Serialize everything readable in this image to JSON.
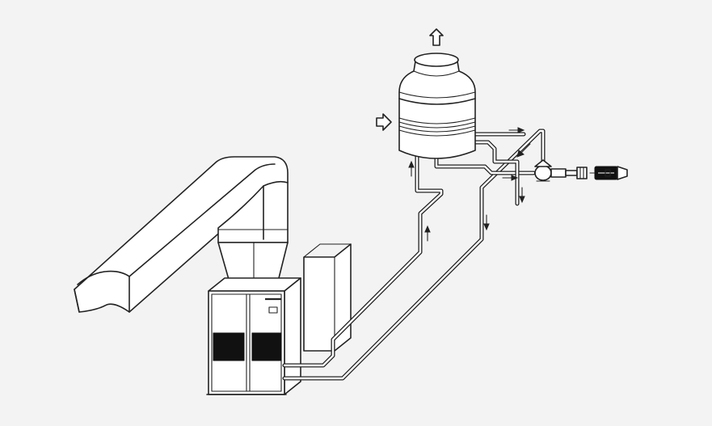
{
  "colors": {
    "background": "#f3f3f3",
    "line": "#222222",
    "fill": "#ffffff",
    "grille": "#111111"
  },
  "components": [
    "exhaust-duct",
    "indoor-unit",
    "cooling-tower",
    "water-pump",
    "pump-motor",
    "supply-pipe",
    "return-pipe"
  ]
}
